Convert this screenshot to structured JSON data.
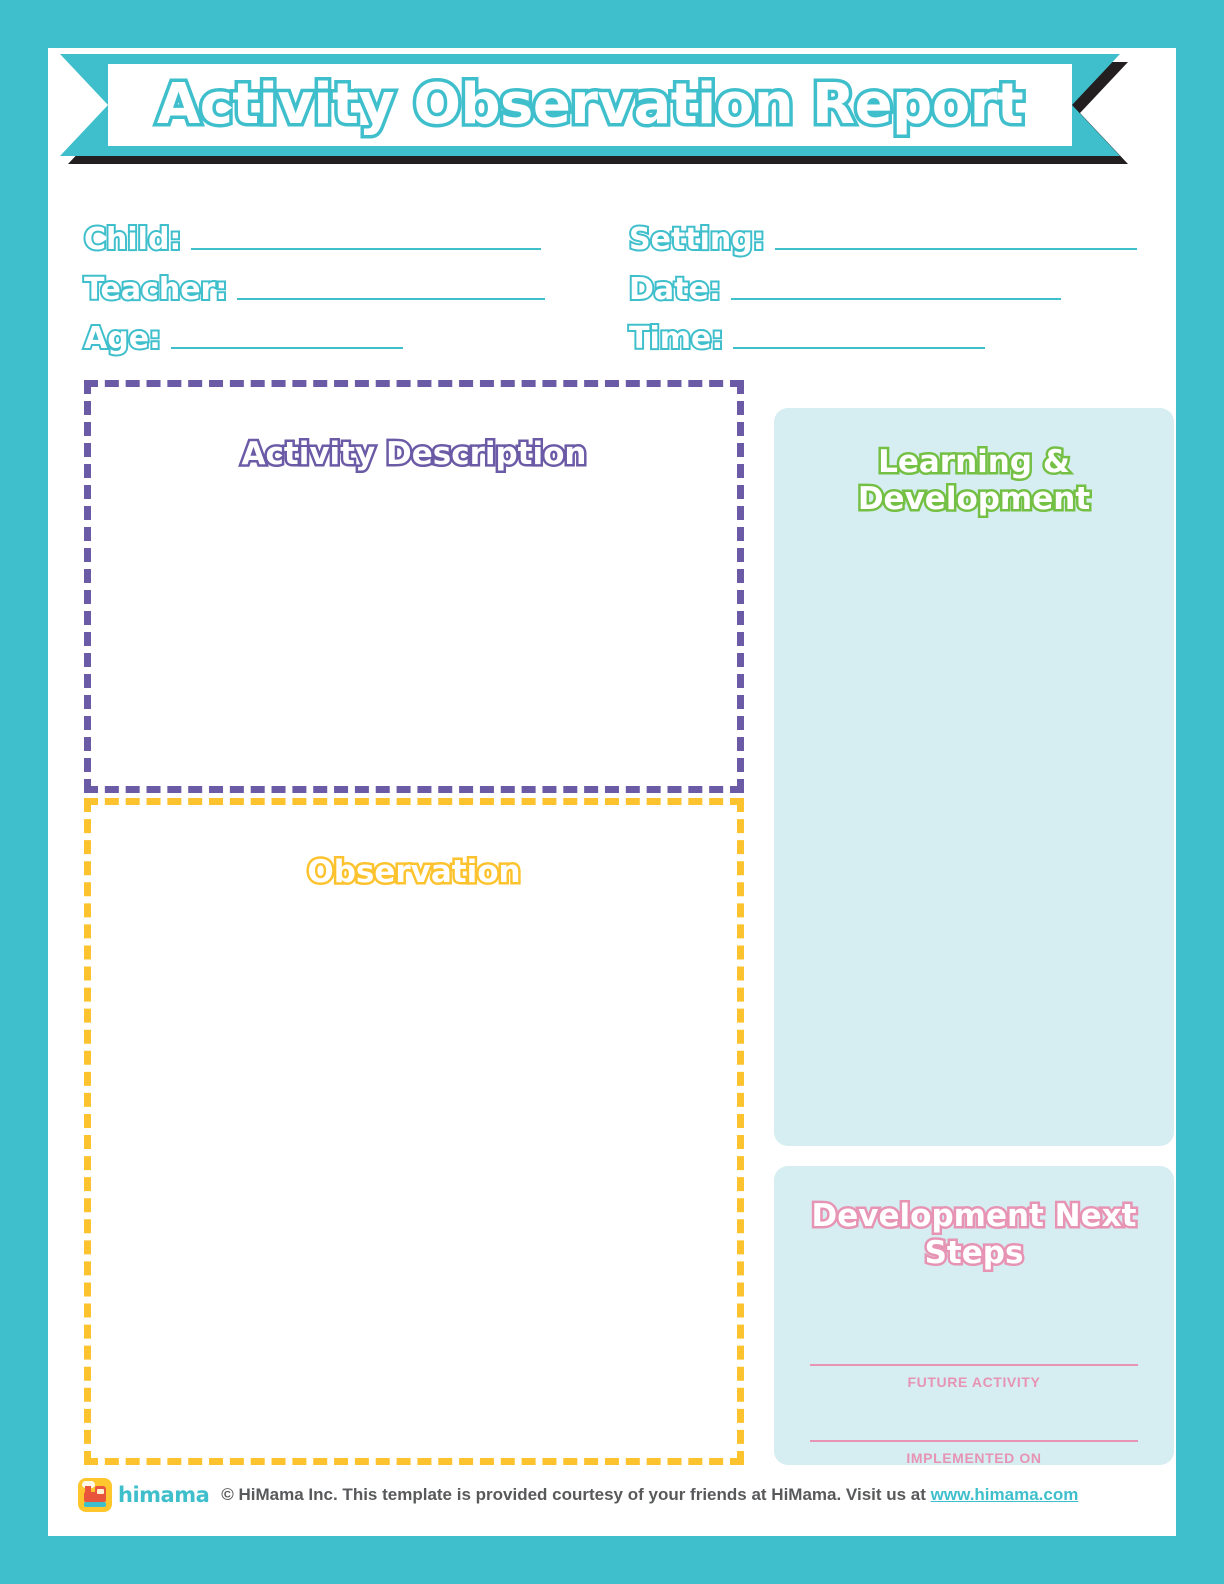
{
  "document": {
    "title": "Activity Observation Report",
    "accent_teal": "#3FBFCC",
    "accent_purple": "#6B5AA6",
    "accent_yellow": "#FDC32E",
    "accent_green": "#74C044",
    "accent_pink": "#E794B4",
    "panel_blue": "#D6EDF2"
  },
  "form": {
    "left_fields": [
      {
        "label": "Child:",
        "value": "",
        "line_width": 350
      },
      {
        "label": "Teacher:",
        "value": "",
        "line_width": 308
      },
      {
        "label": "Age:",
        "value": "",
        "line_width": 232
      }
    ],
    "right_fields": [
      {
        "label": "Setting:",
        "value": "",
        "line_width": 362
      },
      {
        "label": "Date:",
        "value": "",
        "line_width": 330
      },
      {
        "label": "Time:",
        "value": "",
        "line_width": 252
      }
    ]
  },
  "sections": {
    "activity_description": {
      "title": "Activity Description",
      "value": ""
    },
    "observation": {
      "title": "Observation",
      "value": ""
    },
    "learning_development": {
      "title": "Learning & Development",
      "value": ""
    },
    "development_next_steps": {
      "title": "Development Next Steps",
      "future_activity_label": "FUTURE ACTIVITY",
      "future_activity_value": "",
      "implemented_on_label": "IMPLEMENTED ON",
      "implemented_on_value": ""
    }
  },
  "footer": {
    "logo_text": "himama",
    "copyright": "© HiMama Inc. This template is provided courtesy of your friends at HiMama. Visit us at ",
    "link": "www.himama.com"
  }
}
